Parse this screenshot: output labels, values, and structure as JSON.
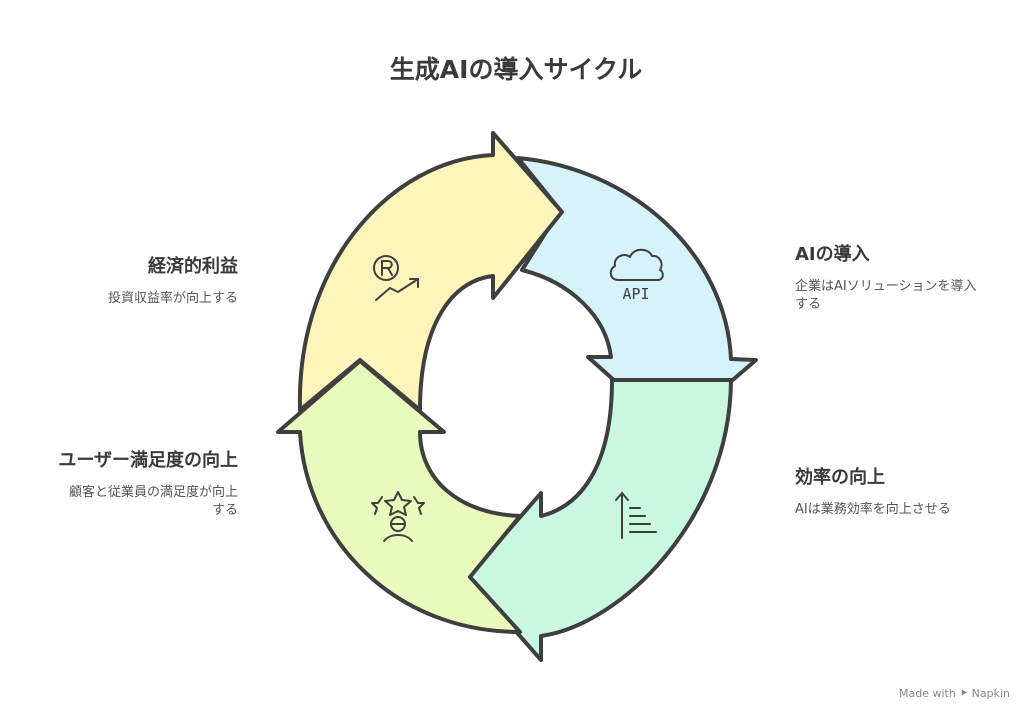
{
  "title": "生成AIの導入サイクル",
  "stages": {
    "adopt": {
      "heading": "AIの導入",
      "description": "企業はAIソリューションを導入する",
      "icon": "cloud-api-icon",
      "icon_text": "API",
      "color": "#d6f2fb"
    },
    "efficiency": {
      "heading": "効率の向上",
      "description": "AIは業務効率を向上させる",
      "icon": "efficiency-chart-icon",
      "color": "#c9f7e1"
    },
    "user": {
      "heading": "ユーザー満足度の向上",
      "description": "顧客と従業員の満足度が向上する",
      "icon": "satisfied-user-icon",
      "color": "#e8fbbc"
    },
    "roi": {
      "heading": "経済的利益",
      "description": "投資収益率が向上する",
      "icon": "roi-growth-icon",
      "color": "#fff5bb"
    }
  },
  "footer": "Made with ⯈ Napkin"
}
